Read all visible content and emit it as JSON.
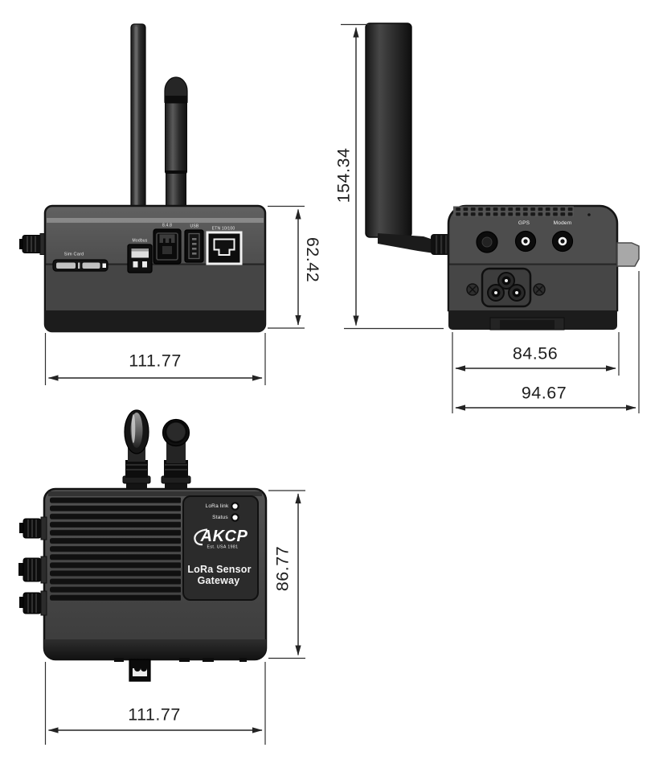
{
  "front_view": {
    "name": "front-view",
    "port_labels": {
      "sim_card": "Sim Card",
      "modbus": "Modbus",
      "sensor_rj45": "8.4.8",
      "usb": "USB",
      "ethernet": "ETN 10/100"
    },
    "dimensions": {
      "height": "62.42",
      "width": "111.77"
    }
  },
  "side_view": {
    "name": "side-view",
    "port_labels": {
      "gps": "GPS",
      "modem": "Modem"
    },
    "dimensions": {
      "total_height": "154.34",
      "body_depth": "84.56",
      "overall_depth": "94.67"
    }
  },
  "top_view": {
    "name": "top-view",
    "panel": {
      "led1": "LoRa link",
      "led2": "Status",
      "brand": "AKCP",
      "brand_tagline": "Est. USA 1981",
      "product_line1": "LoRa Sensor",
      "product_line2": "Gateway"
    },
    "dimensions": {
      "height": "86.77",
      "width": "111.77"
    }
  },
  "style": {
    "dimension_color": "#232323",
    "device_dark": "#1c1c1c",
    "device_mid": "#4e4e4e",
    "label_color": "#f2f2f2",
    "background": "#ffffff"
  }
}
